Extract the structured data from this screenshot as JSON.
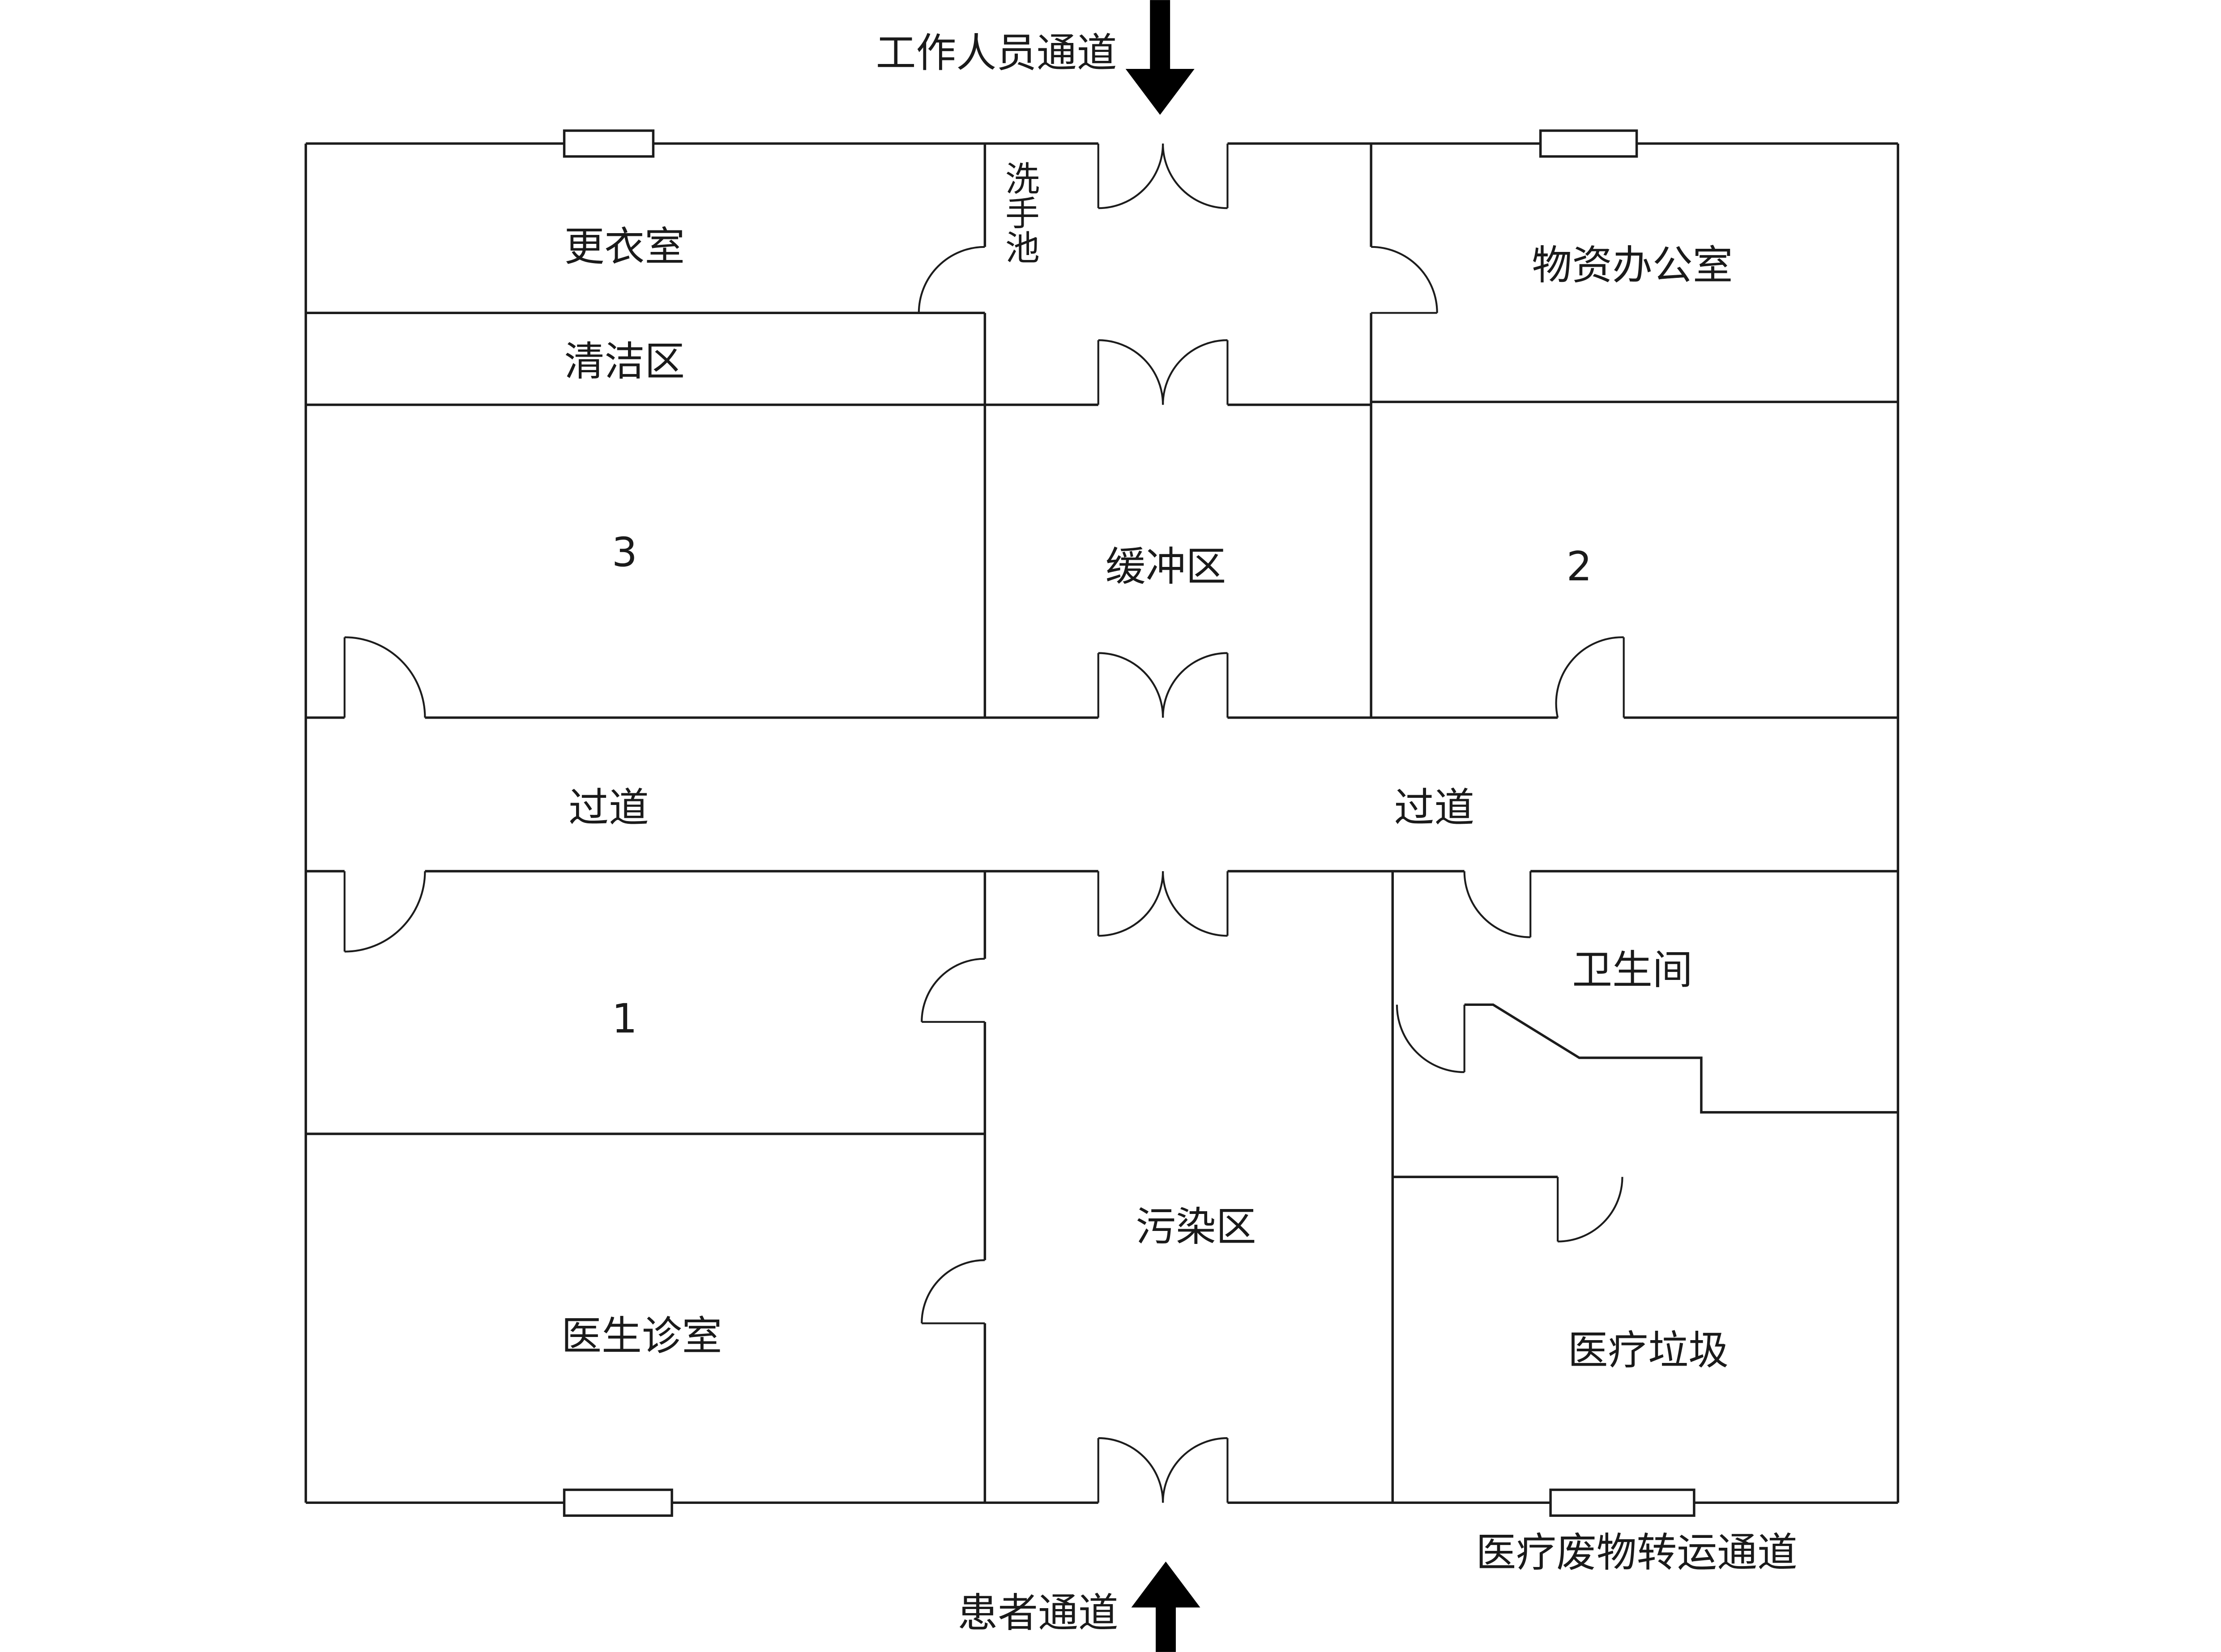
{
  "colors": {
    "wall": "#1c1c1c",
    "text": "#1a1a1a",
    "arrow": "#000000",
    "background": "#ffffff"
  },
  "passages": {
    "staff": "工作人员通道",
    "patient": "患者通道",
    "waste_transfer": "医疗废物转运通道"
  },
  "rooms": {
    "changing_room": "更衣室",
    "clean_area": "清洁区",
    "wash_basin": "洗手池",
    "supplies_office": "物资办公室",
    "room_3": "3",
    "buffer_zone": "缓冲区",
    "room_2": "2",
    "corridor_left": "过道",
    "corridor_right": "过道",
    "room_1": "1",
    "toilet": "卫生间",
    "contaminated_area": "污染区",
    "doctor_office": "医生诊室",
    "medical_waste": "医疗垃圾"
  }
}
